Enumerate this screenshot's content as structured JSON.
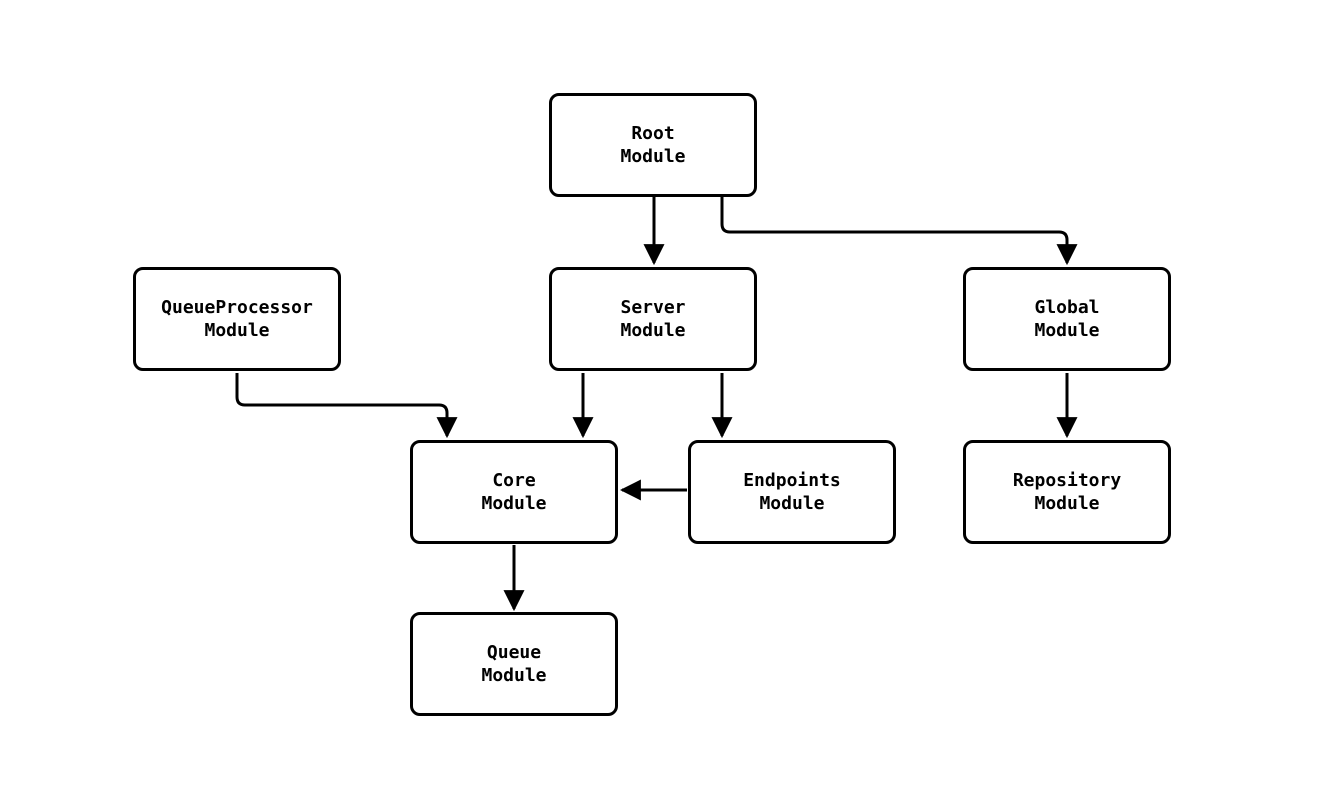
{
  "diagram": {
    "type": "flowchart-top-down",
    "background_color": "#ffffff",
    "node_fill_color": "#ffffff",
    "node_border_color": "#000000",
    "edge_color": "#000000",
    "text_color": "#000000",
    "nodes": {
      "root": {
        "label": "Root\nModule"
      },
      "queue_processor": {
        "label": "QueueProcessor\nModule"
      },
      "server": {
        "label": "Server\nModule"
      },
      "global": {
        "label": "Global\nModule"
      },
      "core": {
        "label": "Core\nModule"
      },
      "endpoints": {
        "label": "Endpoints\nModule"
      },
      "repository": {
        "label": "Repository\nModule"
      },
      "queue": {
        "label": "Queue\nModule"
      }
    },
    "edges": [
      {
        "from": "root",
        "to": "server"
      },
      {
        "from": "root",
        "to": "global"
      },
      {
        "from": "queue_processor",
        "to": "core"
      },
      {
        "from": "server",
        "to": "core"
      },
      {
        "from": "server",
        "to": "endpoints"
      },
      {
        "from": "endpoints",
        "to": "core"
      },
      {
        "from": "global",
        "to": "repository"
      },
      {
        "from": "core",
        "to": "queue"
      }
    ]
  }
}
